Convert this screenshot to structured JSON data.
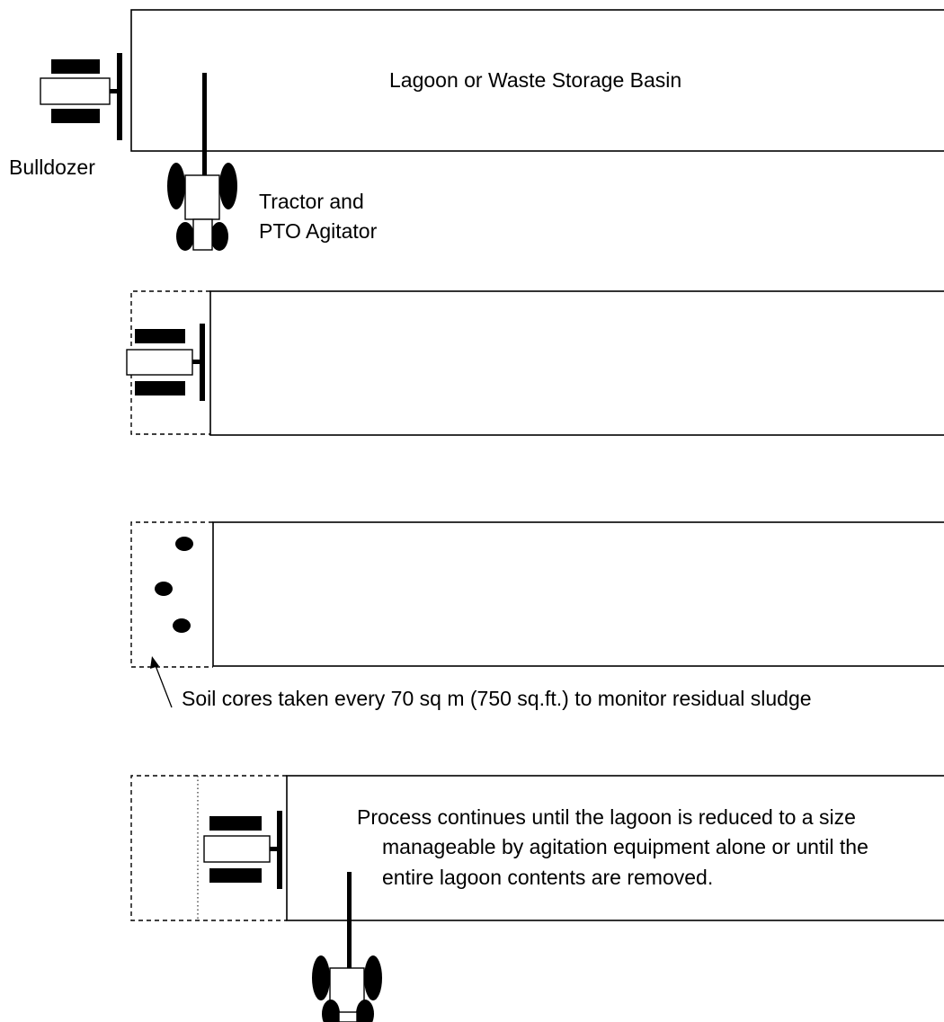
{
  "labels": {
    "basin_title": "Lagoon or Waste Storage Basin",
    "bulldozer": "Bulldozer",
    "tractor_line1": "Tractor and",
    "tractor_line2": "PTO Agitator",
    "soil_cores": "Soil cores taken every 70 sq m (750 sq.ft.) to monitor residual sludge",
    "process_line1": "Process continues until the lagoon is reduced to a size",
    "process_line2": "manageable by agitation equipment alone or until the",
    "process_line3": "entire lagoon contents are removed."
  },
  "icons": [
    "bulldozer-icon",
    "tractor-agitator-icon",
    "soil-core-marker",
    "pointer-arrow"
  ]
}
